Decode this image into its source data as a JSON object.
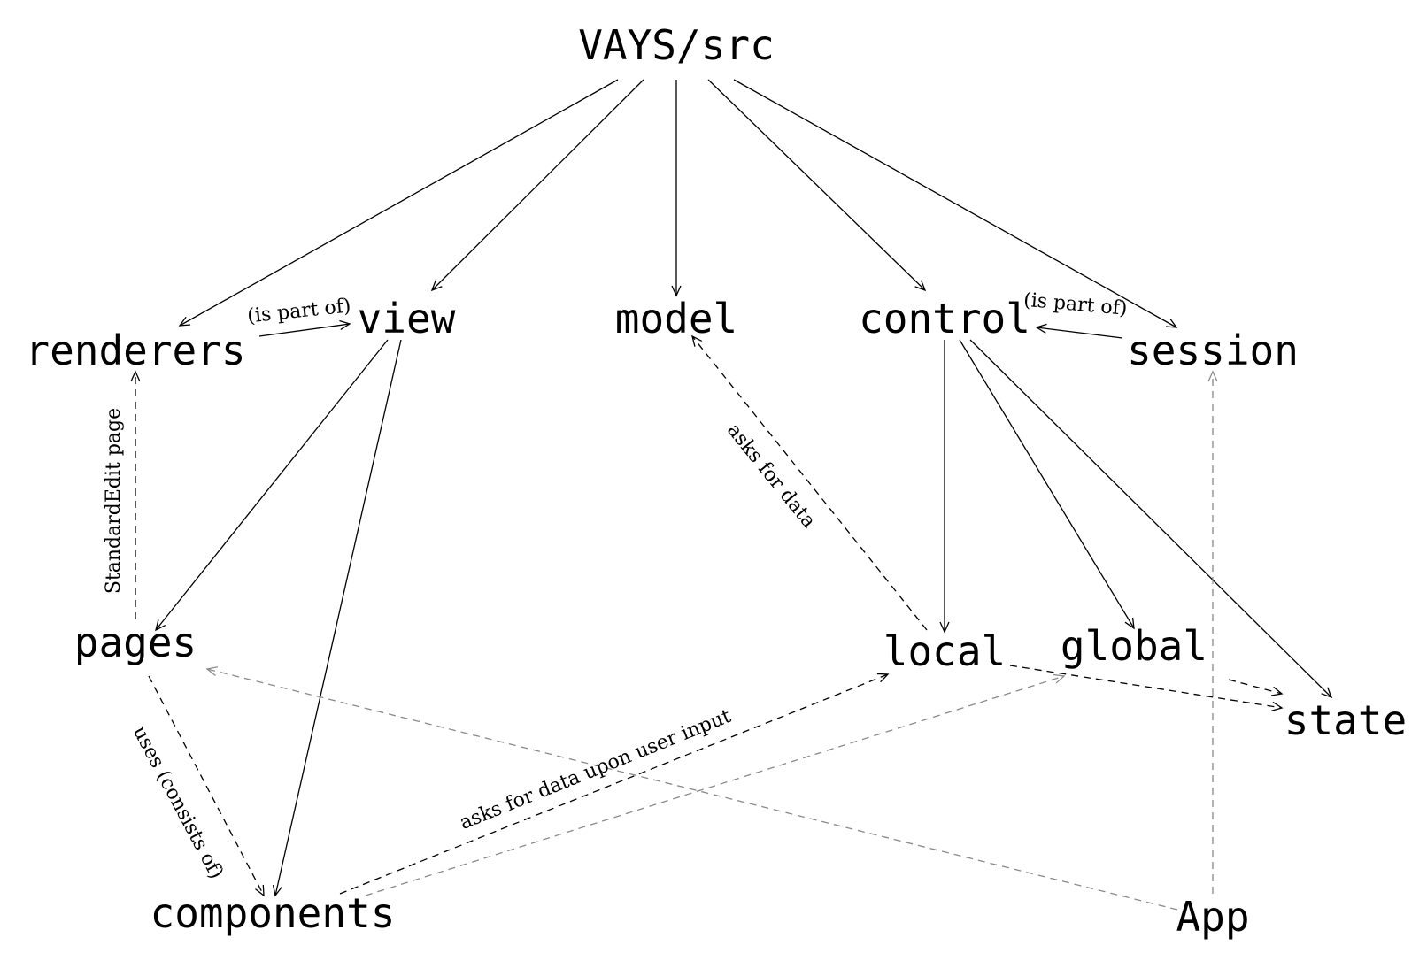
{
  "nodes": {
    "root": "VAYS/src",
    "renderers": "renderers",
    "view": "view",
    "model": "model",
    "control": "control",
    "session": "session",
    "pages": "pages",
    "components": "components",
    "local": "local",
    "global": "global",
    "state": "state",
    "app": "App"
  },
  "edge_labels": {
    "renderers_view": "(is part of)",
    "session_control": "(is part of)",
    "pages_renderers": "StandardEdit page",
    "local_model": "asks for data",
    "pages_components": "uses (consists of)",
    "components_local": "asks for data upon user input"
  },
  "colors": {
    "solid_edge": "#000000",
    "dashed_edge": "#000000",
    "gray_edge": "#8a8a8a"
  }
}
